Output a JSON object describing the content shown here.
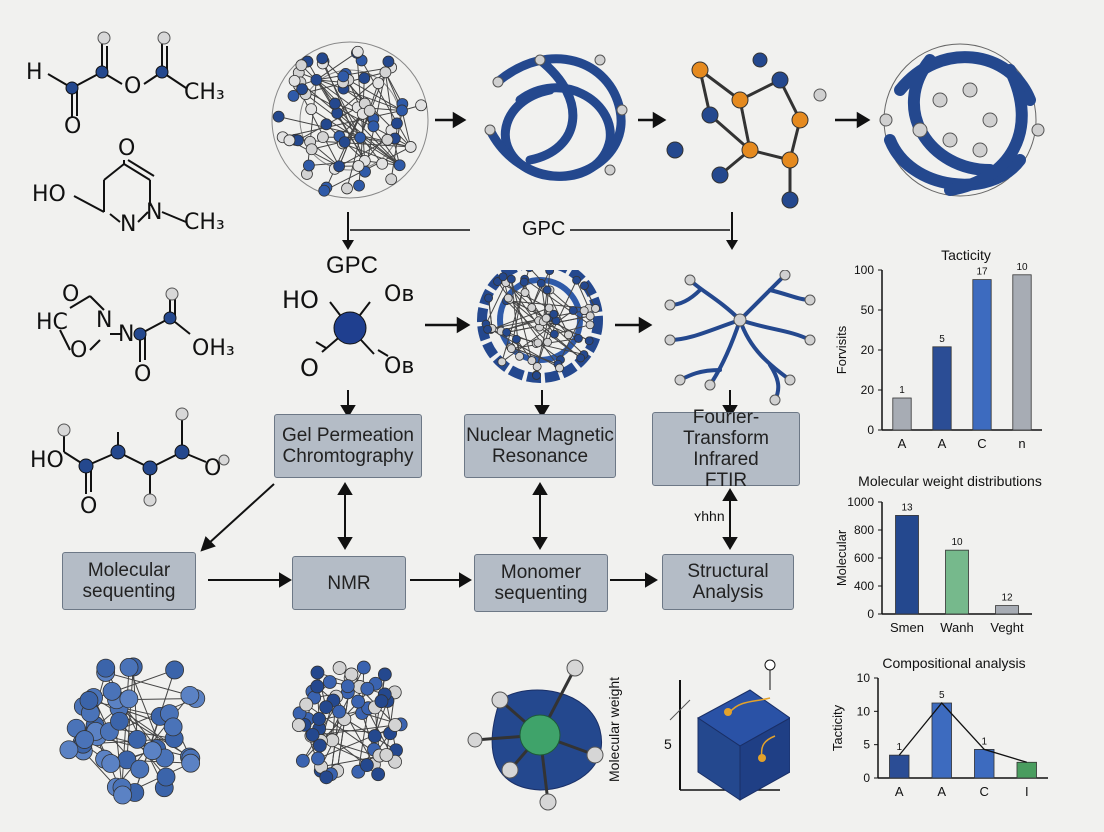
{
  "chem": {
    "m1_h": "H",
    "m1_o1": "O",
    "m1_o2": "O",
    "m1_ch3": "CH₃",
    "m2_o": "O",
    "m2_ho": "HO",
    "m2_n1": "N",
    "m2_n2": "N",
    "m2_ch3": "CH₃",
    "m3_o": "O",
    "m3_hc": "HC",
    "m3_n": "N",
    "m3_n2": "N",
    "m3_o2": "O",
    "m3_oh3": "OH₃",
    "m3_o3": "O",
    "m4_ho": "HO",
    "m4_o1": "O",
    "m4_o2": "O",
    "center_ho": "HO",
    "center_ob1": "Oʙ",
    "center_o": "O",
    "center_ob2": "Oʙ"
  },
  "flow": {
    "gpc_mid": "GPC",
    "gpc_left": "GPC",
    "box_gpc": [
      "Gel Permeation",
      "Chromtography"
    ],
    "box_nmr_full": [
      "Nuclear Magnetic",
      "Resonance"
    ],
    "box_ftir": [
      "Fourier-Transform",
      "Infrared",
      "FTIR"
    ],
    "box_molseq": [
      "Molecular",
      "sequenting"
    ],
    "box_nmr": "NMR",
    "box_monoseq": [
      "Monomer",
      "sequenting"
    ],
    "box_struct": [
      "Structural",
      "Analysis"
    ],
    "side_note": "ʏhhn",
    "cube_axis_label": "Molecular weight",
    "cube_tick": "5"
  },
  "chart_data": [
    {
      "type": "bar",
      "title": "Tacticity",
      "ylabel": "Forvisits",
      "categories": [
        "A",
        "A",
        "C",
        "n"
      ],
      "values": [
        20,
        52,
        94,
        97
      ],
      "data_labels": [
        "1",
        "5",
        "17",
        "10"
      ],
      "yticks": [
        "0",
        "20",
        "20",
        "50",
        "100"
      ],
      "colors": [
        "#a7acb4",
        "#2b4d95",
        "#3d6bbf",
        "#a7acb4"
      ]
    },
    {
      "type": "bar",
      "title": "Molecular weight distributions",
      "ylabel": "Molecular",
      "categories": [
        "Smen",
        "Wanh",
        "Veght"
      ],
      "values": [
        880,
        570,
        75
      ],
      "data_labels": [
        "13",
        "10",
        "12"
      ],
      "yticks": [
        "0",
        "400",
        "600",
        "800",
        "1000"
      ],
      "ylim": [
        0,
        1000
      ],
      "colors": [
        "#24488e",
        "#76b98c",
        "#a7acb4"
      ]
    },
    {
      "type": "bar",
      "title": "Compositional analysis",
      "ylabel": "Tacticity",
      "categories": [
        "A",
        "A",
        "C",
        "I"
      ],
      "values": [
        3.2,
        10.5,
        4.0,
        2.2
      ],
      "data_labels": [
        "1",
        "5",
        "1"
      ],
      "yticks": [
        "0",
        "5",
        "10",
        "10"
      ],
      "ylim": [
        0,
        14
      ],
      "colors": [
        "#2b4d95",
        "#3d6bbf",
        "#3d6bbf",
        "#4a9d5f"
      ]
    }
  ]
}
